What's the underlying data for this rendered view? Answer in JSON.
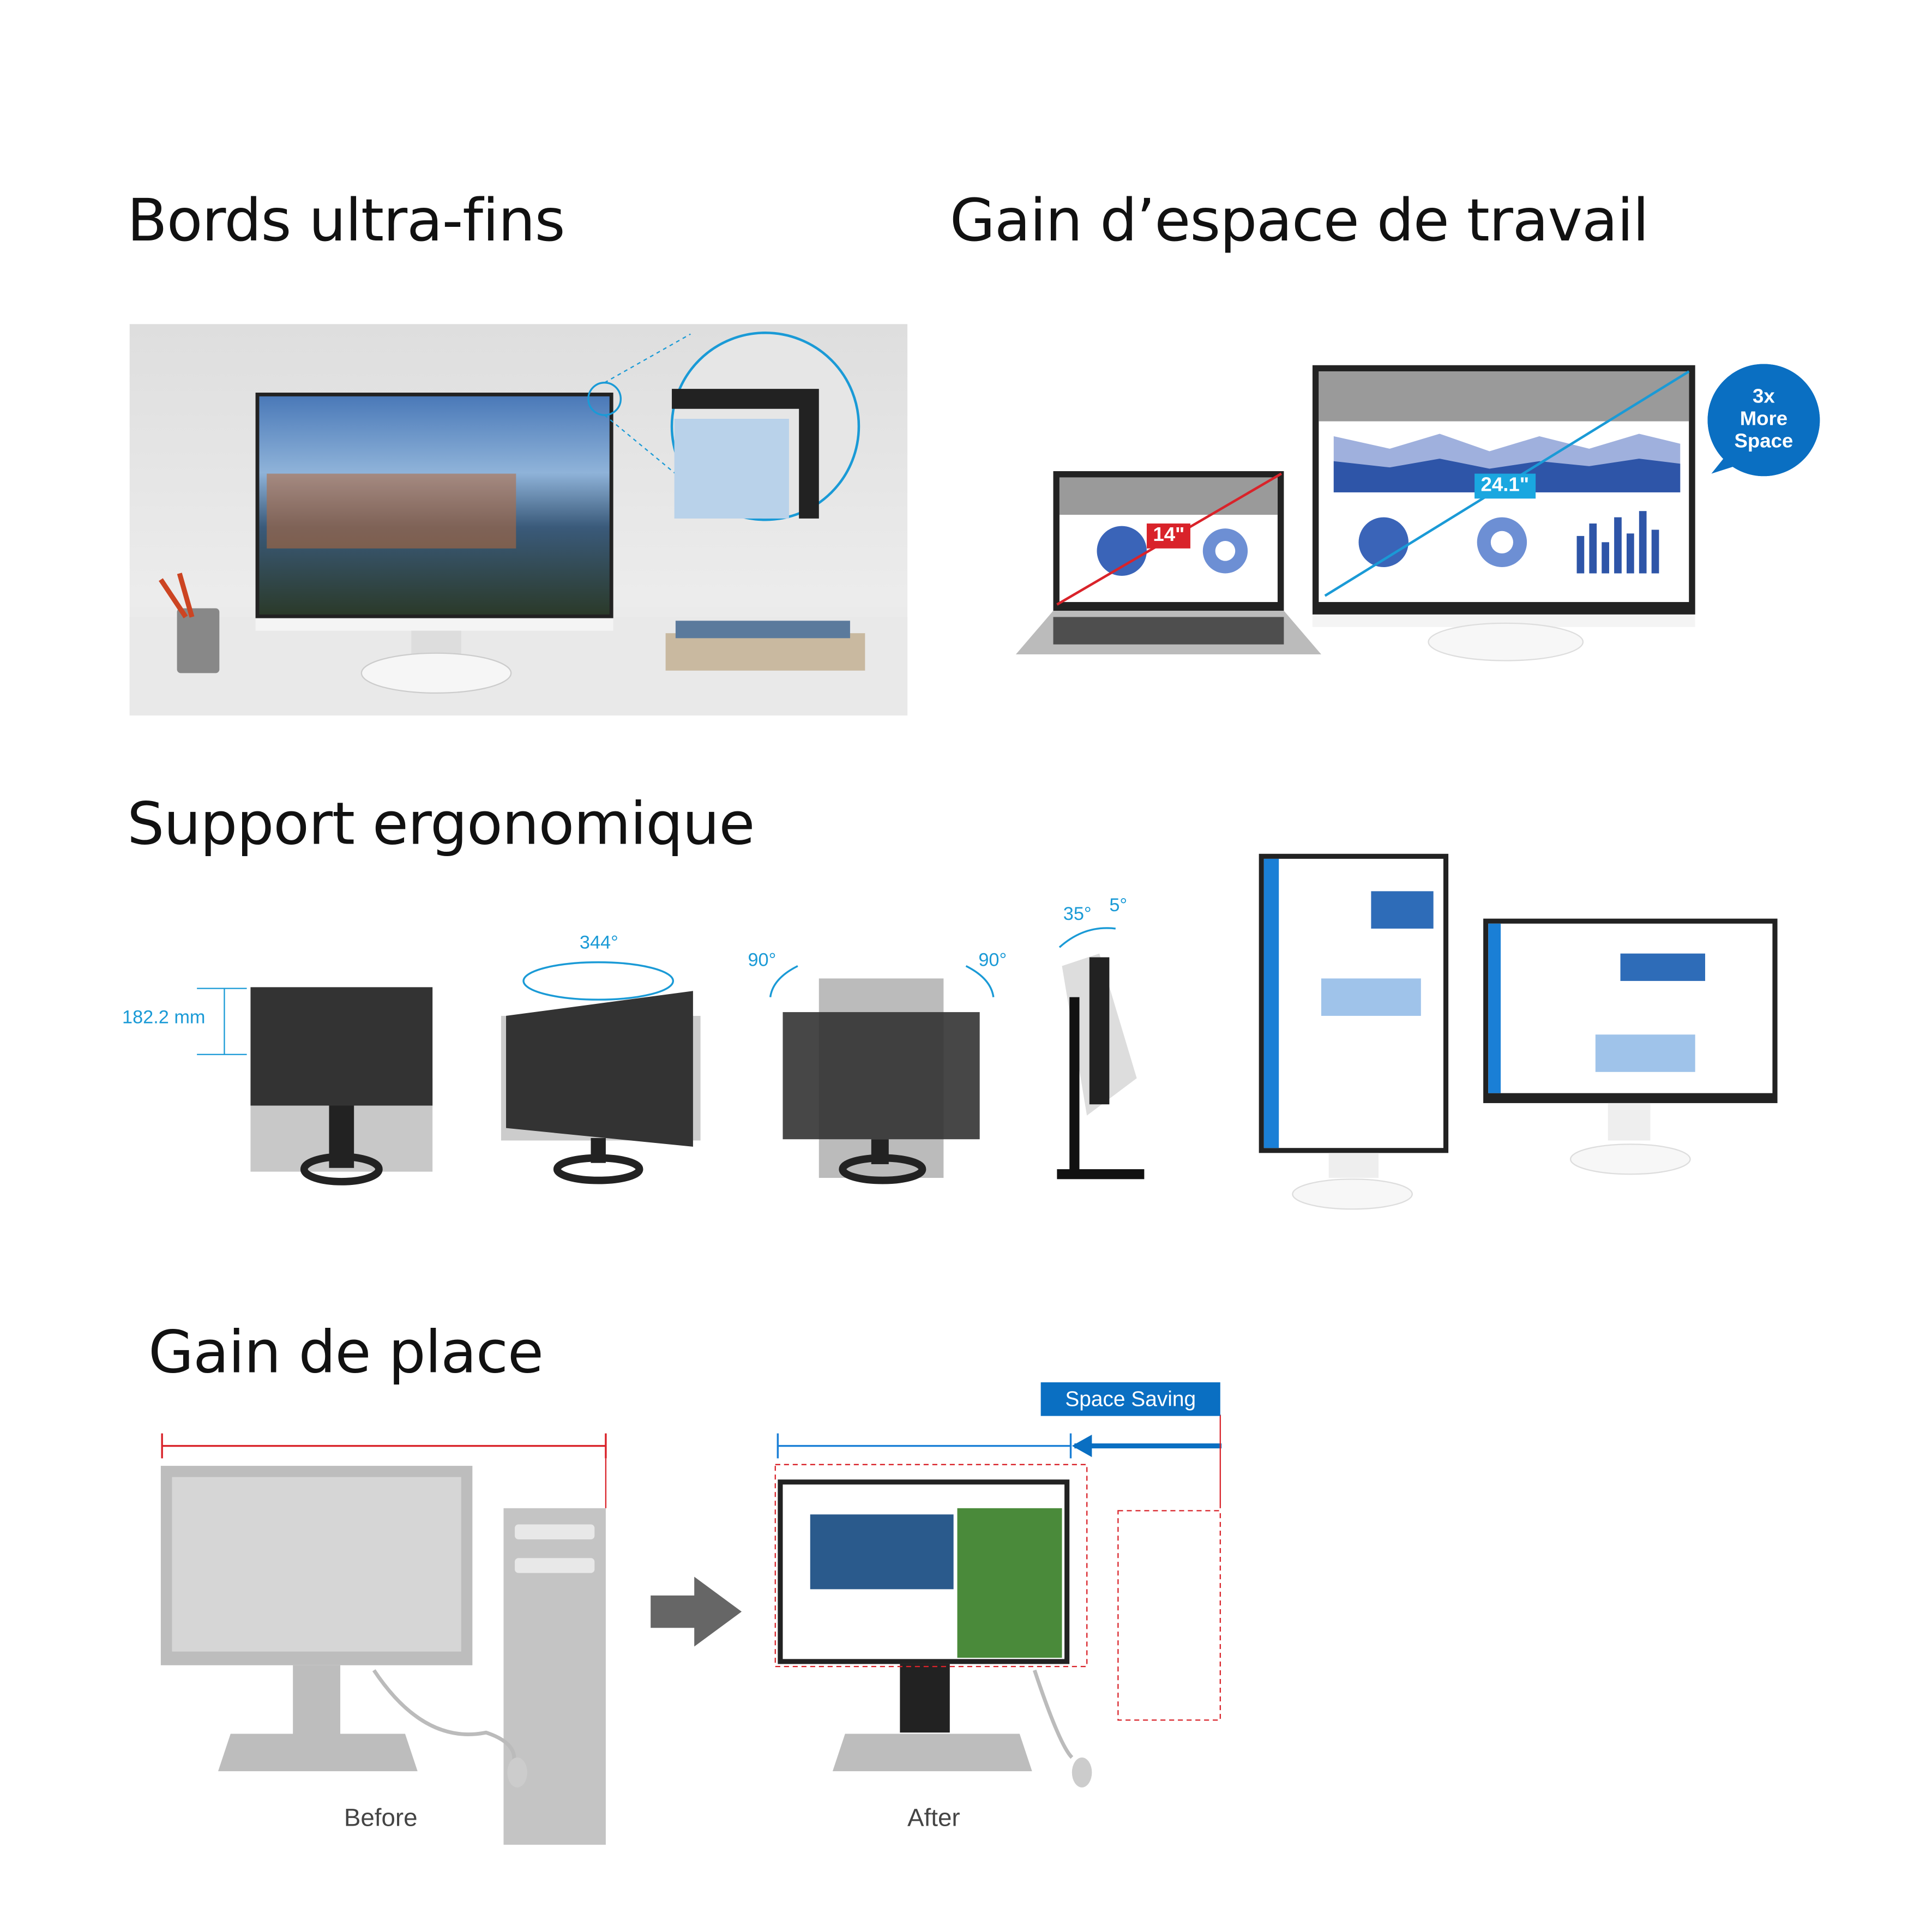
{
  "sections": {
    "bezel": {
      "title": "Bords ultra-fins"
    },
    "workspace": {
      "title": "Gain d’espace de travail",
      "laptop_size": "14\"",
      "monitor_size": "24.1\"",
      "bubble": [
        "3x",
        "More",
        "Space"
      ]
    },
    "ergonomic": {
      "title": "Support ergonomique",
      "height": "182.2 mm",
      "swivel": "344°",
      "pivot_left": "90°",
      "pivot_right": "90°",
      "tilt_back": "35°",
      "tilt_forward": "5°"
    },
    "space": {
      "title": "Gain de place",
      "badge": "Space Saving",
      "before": "Before",
      "after": "After"
    }
  },
  "colors": {
    "accent_blue": "#1a9ad6",
    "badge_blue": "#0a6fc2",
    "red": "#d9232a"
  }
}
